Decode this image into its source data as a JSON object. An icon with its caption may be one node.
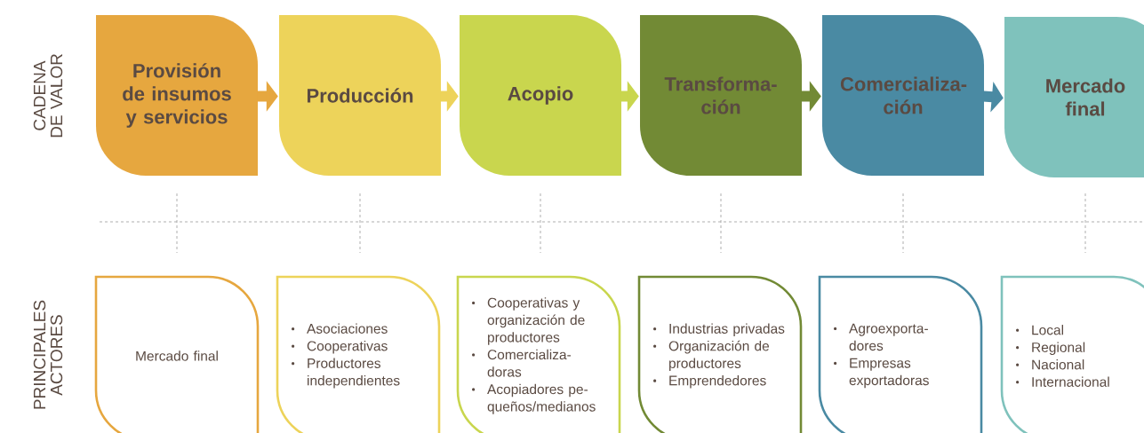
{
  "diagram": {
    "nodes": [
      {
        "text": [
          "Provisión de insumos y servicios"
        ]
      },
      {
        "text": [
          "Producción"
        ]
      },
      {
        "text": [
          "Acopio"
        ]
      },
      {
        "text": [
          "Transforma- ción"
        ]
      },
      {
        "text": [
          "Comercializa- ción"
        ]
      },
      {
        "text": [
          "Mercado final"
        ]
      },
      {
        "text": [
          "Mercado final"
        ]
      },
      {
        "text": [
          "Asociaciones",
          "Cooperativas",
          "Productores independientes"
        ]
      },
      {
        "text": [
          "Cooperativas y organización de productores",
          "Comercializa- doras",
          "Acopiadores pe- queños/medianos"
        ]
      },
      {
        "text": [
          "Industrias privadas",
          "Organización de productores",
          "Emprendedores"
        ]
      },
      {
        "text": [
          "Agroexporta- dores",
          "Empresas exportadoras"
        ]
      },
      {
        "text": [
          "Local",
          "Regional",
          "Nacional",
          "Internacional"
        ]
      }
    ],
    "edges": [
      {
        "from": 0,
        "to": 1,
        "arrow": "to",
        "color": "#e6a73f"
      },
      {
        "from": 1,
        "to": 2,
        "arrow": "to",
        "color": "#edd35a"
      },
      {
        "from": 2,
        "to": 3,
        "arrow": "to",
        "color": "#c9d64e"
      },
      {
        "from": 3,
        "to": 4,
        "arrow": "to",
        "color": "#728a35"
      },
      {
        "from": 4,
        "to": 5,
        "arrow": "to",
        "color": "#4a8aa3"
      }
    ],
    "labels": [
      "CADENA DE VALOR",
      "PRINCIPALES ACTORES"
    ]
  }
}
